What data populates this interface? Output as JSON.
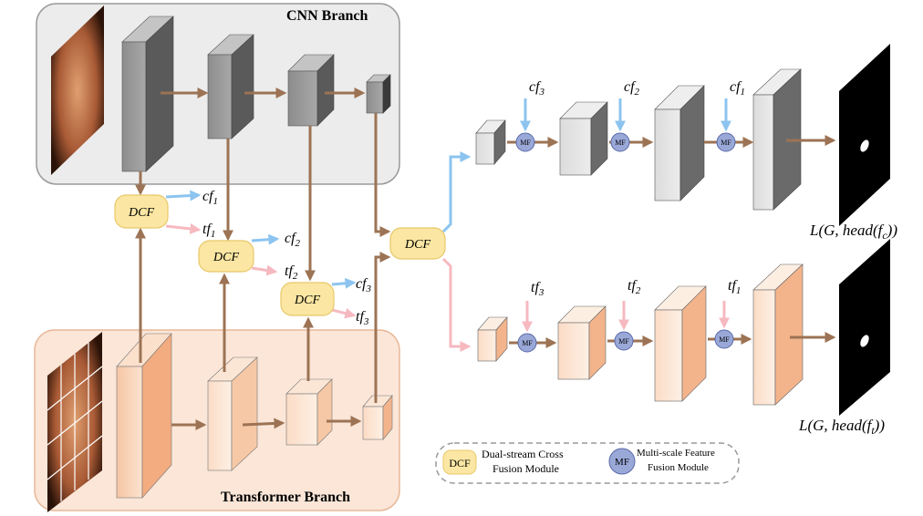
{
  "branches": {
    "cnn_title": "CNN Branch",
    "transformer_title": "Transformer Branch"
  },
  "modules": {
    "dcf": "DCF",
    "mf": "MF"
  },
  "features": {
    "cf1": "cf",
    "cf2": "cf",
    "cf3": "cf",
    "tf1": "tf",
    "tf2": "tf",
    "tf3": "tf",
    "sub1": "1",
    "sub2": "2",
    "sub3": "3"
  },
  "losses": {
    "loss_c_prefix": "L(G, head(f",
    "loss_c_sub": "c",
    "loss_t_prefix": "L(G, head(f",
    "loss_t_sub": "t",
    "loss_suffix": "))"
  },
  "legend": {
    "dcf_symbol": "DCF",
    "dcf_line1": "Dual-stream Cross",
    "dcf_line2": "Fusion Module",
    "mf_symbol": "MF",
    "mf_line1": "Multi-scale Feature",
    "mf_line2": "Fusion Module"
  },
  "colors": {
    "brown_arrow": "#9c7354",
    "blue_arrow": "#8cc4ef",
    "pink_arrow": "#f6b9c0",
    "dcf_fill": "#fbe7a3",
    "mf_fill": "#9aa8d8",
    "cnn_panel": "#ececec",
    "transformer_panel": "#fbe6d8"
  }
}
